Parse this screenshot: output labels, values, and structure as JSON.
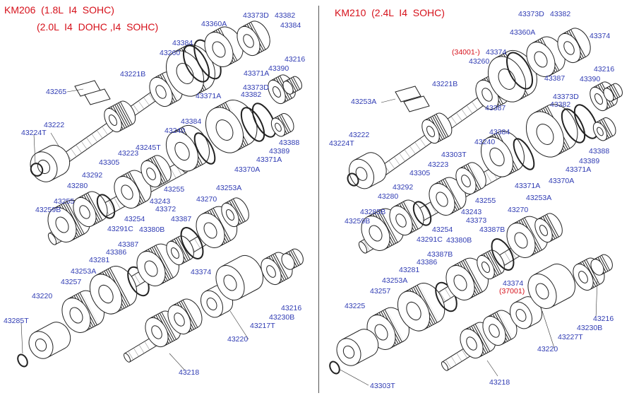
{
  "left": {
    "title1": "KM206  (1.8L  I4  SOHC)",
    "title2": "(2.0L  I4  DOHC ,I4  SOHC)",
    "labels": [
      "43373D",
      "43382",
      "43360A",
      "43384",
      "43384",
      "43260",
      "43371A",
      "43216",
      "43390",
      "43221B",
      "43265",
      "43382",
      "43373D",
      "43371A",
      "43384",
      "43222",
      "43240",
      "43224T",
      "43388",
      "43245T",
      "43389",
      "43223",
      "43371A",
      "43305",
      "43370A",
      "43292",
      "43280",
      "43255",
      "43253A",
      "43255",
      "43243",
      "43270",
      "43259B",
      "43372",
      "43254",
      "43291C",
      "43380B",
      "43387",
      "43387",
      "43386",
      "43281",
      "43374",
      "43253A",
      "43257",
      "43220",
      "43216",
      "43285T",
      "43230B",
      "43217T",
      "43220",
      "43218"
    ]
  },
  "right": {
    "title": "KM210  (2.4L  I4  SOHC)",
    "labels": [
      "43373D",
      "43382",
      "43360A",
      "43374",
      "34001-",
      "43374",
      "43260",
      "43387",
      "43216",
      "43390",
      "43221B",
      "43253A",
      "43373D",
      "43387",
      "43382",
      "43384",
      "43222",
      "43240",
      "43388",
      "43224T",
      "43303T",
      "43389",
      "43223",
      "43371A",
      "43305",
      "43370A",
      "43292",
      "43371A",
      "43280",
      "43255",
      "43253A",
      "43285B",
      "43243",
      "43270",
      "43259B",
      "43373",
      "43254",
      "43387B",
      "43291C",
      "43380B",
      "43387B",
      "43386",
      "43281",
      "43374",
      "43253A",
      "37001",
      "43257",
      "43225",
      "43216",
      "43230B",
      "43227T",
      "43220",
      "43303T",
      "43218"
    ]
  }
}
